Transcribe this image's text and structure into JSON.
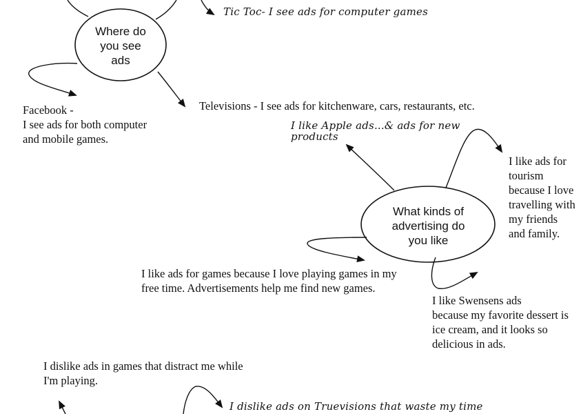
{
  "nodes": {
    "where": {
      "lines": [
        "Where do",
        "you see",
        "ads"
      ]
    },
    "kinds": {
      "lines": [
        "What kinds of",
        "advertising do",
        "you like"
      ]
    }
  },
  "notes": {
    "tiktok": {
      "lines": [
        "Tic Toc- I see ads for computer games"
      ]
    },
    "facebook": {
      "lines": [
        "Facebook -",
        "I see ads for both computer",
        "and mobile games."
      ]
    },
    "tv": {
      "lines": [
        "Televisions - I see ads for kitchenware, cars, restaurants, etc."
      ]
    },
    "apple": {
      "lines": [
        "I like Apple ads...& ads for new",
        "products"
      ]
    },
    "tourism": {
      "lines": [
        "I like ads for",
        "tourism",
        "because I love",
        "travelling with",
        "my friends",
        "and family."
      ]
    },
    "games_like": {
      "lines": [
        "I like ads for games because I love playing games in my",
        "free time. Advertisements help me find new games."
      ]
    },
    "swensens": {
      "lines": [
        "I like Swensens ads",
        "because my favorite dessert is",
        "ice cream, and it looks so",
        "delicious in ads."
      ]
    },
    "dislike_games": {
      "lines": [
        "I dislike ads in games that distract me while",
        "I'm playing."
      ]
    },
    "truevisions": {
      "lines": [
        "I dislike  ads on Truevisions that waste my time"
      ]
    }
  }
}
